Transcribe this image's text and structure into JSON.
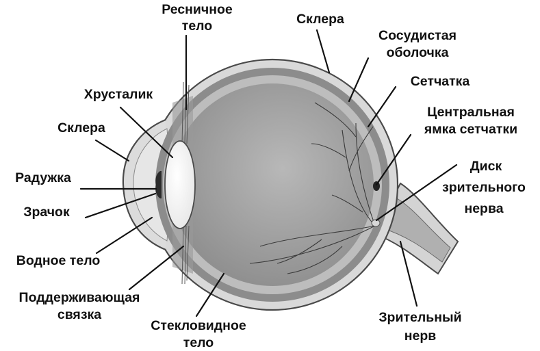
{
  "labels": {
    "ciliary_body": [
      "Ресничное",
      "тело"
    ],
    "sclera_top": "Склера",
    "choroid": [
      "Сосудистая",
      "оболочка"
    ],
    "retina": "Сетчатка",
    "fovea": [
      "Центральная",
      "ямка сетчатки"
    ],
    "optic_disc": [
      "Диск",
      "зрительного",
      "нерва"
    ],
    "optic_nerve": [
      "Зрительный",
      "нерв"
    ],
    "vitreous_body": [
      "Стекловидное",
      "тело"
    ],
    "zonule": [
      "Поддерживающая",
      "связка"
    ],
    "aqueous_humor": "Водное тело",
    "pupil": "Зрачок",
    "iris": "Радужка",
    "sclera_left": "Склера",
    "lens": "Хрусталик"
  },
  "colors": {
    "sclera": "#d9d9d9",
    "choroid": "#8c8c8c",
    "retina": "#bdbdbd",
    "vitreous": "#a6a6a6",
    "lens": "#ffffff",
    "iris": "#2b2b2b",
    "outline": "#4a4a4a"
  }
}
